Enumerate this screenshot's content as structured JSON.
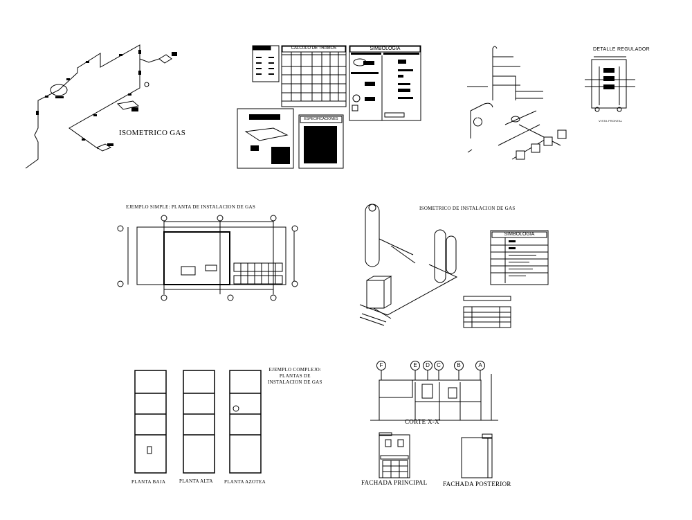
{
  "sheet": {
    "isometric_gas": {
      "title": "ISOMETRICO GAS"
    },
    "calc_table": {
      "title": "CALCULO DE TRAMOS"
    },
    "symbology_top": {
      "title": "SIMBOLOGIA"
    },
    "specs": {
      "title": "ESPECIFICACIONES"
    },
    "regulator_detail": {
      "title": "DETALLE REGULADOR",
      "subtitle": "VISTA FRONTAL"
    },
    "simple_example": {
      "title": "EJEMPLO SIMPLE: PLANTA DE INSTALACION DE GAS"
    },
    "isometric_install": {
      "title": "ISOMETRICO DE INSTALACION DE GAS",
      "symbology_title": "SIMBOLOGIA"
    },
    "complex_example": {
      "title_lines": [
        "EJEMPLO COMPLEJO:",
        "PLANTAS DE",
        "INSTALACION DE GAS"
      ]
    },
    "plans": [
      {
        "label": "PLANTA BAJA"
      },
      {
        "label": "PLANTA ALTA"
      },
      {
        "label": "PLANTA AZOTEA"
      }
    ],
    "section": {
      "title": "CORTE X-X'",
      "axes": [
        "F",
        "E",
        "D",
        "C",
        "B",
        "A"
      ]
    },
    "facades": [
      {
        "label": "FACHADA PRINCIPAL"
      },
      {
        "label": "FACHADA POSTERIOR"
      }
    ]
  }
}
